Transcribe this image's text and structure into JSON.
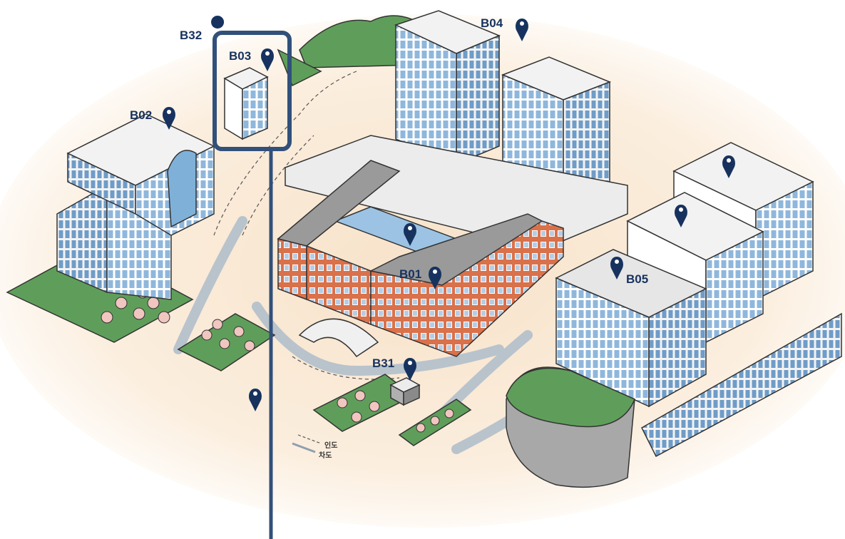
{
  "map": {
    "buildings": [
      {
        "id": "B32",
        "label": "B32"
      },
      {
        "id": "B03",
        "label": "B03"
      },
      {
        "id": "B04",
        "label": "B04"
      },
      {
        "id": "B02",
        "label": "B02"
      },
      {
        "id": "B01",
        "label": "B01"
      },
      {
        "id": "B05",
        "label": "B05"
      },
      {
        "id": "B31",
        "label": "B31"
      }
    ],
    "legend": {
      "walkway": "인도",
      "roadway": "차도"
    },
    "highlight": {
      "target": "B03",
      "color": "#31507a"
    },
    "colors": {
      "marker": "#17325e",
      "glass": "#9cc3e3",
      "brick": "#d9714b",
      "lawn": "#5f9e5a",
      "road": "#b8c3cc",
      "background_glow": "#f7e2c9"
    }
  }
}
